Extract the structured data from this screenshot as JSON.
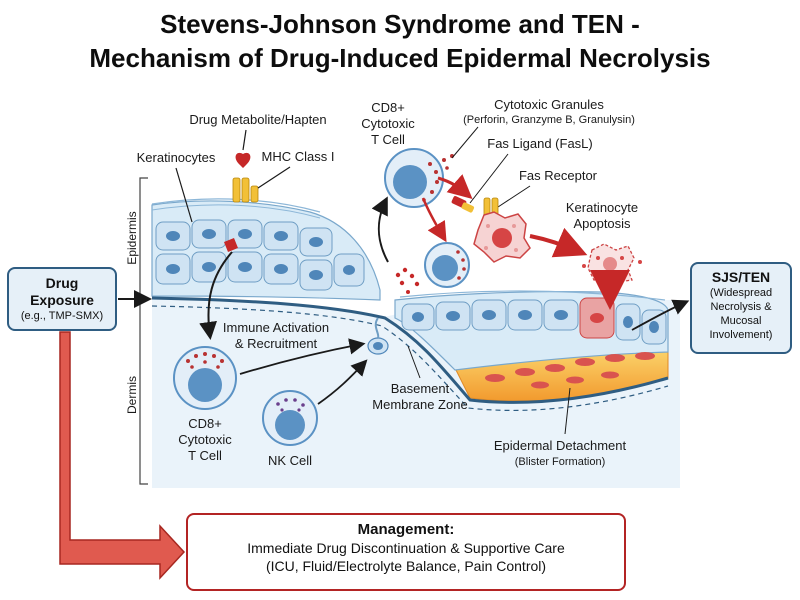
{
  "title": {
    "line1": "Stevens-Johnson Syndrome and TEN -",
    "line2": "Mechanism of Drug-Induced Epidermal Necrolysis"
  },
  "labels": {
    "drug_metabolite": "Drug Metabolite/Hapten",
    "keratinocytes": "Keratinocytes",
    "mhc": "MHC Class I",
    "epidermis": "Epidermis",
    "dermis": "Dermis",
    "cd8_top_1": "CD8+",
    "cd8_top_2": "Cytotoxic",
    "cd8_top_3": "T Cell",
    "granules_1": "Cytotoxic Granules",
    "granules_2": "(Perforin, Granzyme B, Granulysin)",
    "fasl": "Fas Ligand (FasL)",
    "fas_receptor": "Fas Receptor",
    "apoptosis_1": "Keratinocyte",
    "apoptosis_2": "Apoptosis",
    "immune_1": "Immune Activation",
    "immune_2": "& Recruitment",
    "cd8_bottom_1": "CD8+",
    "cd8_bottom_2": "Cytotoxic",
    "cd8_bottom_3": "T Cell",
    "nk_cell": "NK Cell",
    "basement_1": "Basement",
    "basement_2": "Membrane Zone",
    "detachment_1": "Epidermal Detachment",
    "detachment_2": "(Blister Formation)"
  },
  "drug_box": {
    "line1": "Drug",
    "line2": "Exposure",
    "line3": "(e.g., TMP-SMX)"
  },
  "sjs_box": {
    "line1": "SJS/TEN",
    "line2": "(Widespread",
    "line3": "Necrolysis &",
    "line4": "Mucosal",
    "line5": "Involvement)"
  },
  "management": {
    "line1": "Management:",
    "line2": "Immediate Drug Discontinuation & Supportive Care",
    "line3": "(ICU, Fluid/Electrolyte Balance, Pain Control)"
  },
  "colors": {
    "accent_red": "#c62828",
    "box_border_blue": "#2f5d82",
    "cell_blue": "#5b92c4",
    "dermis_bg": "#eaf3fa"
  }
}
